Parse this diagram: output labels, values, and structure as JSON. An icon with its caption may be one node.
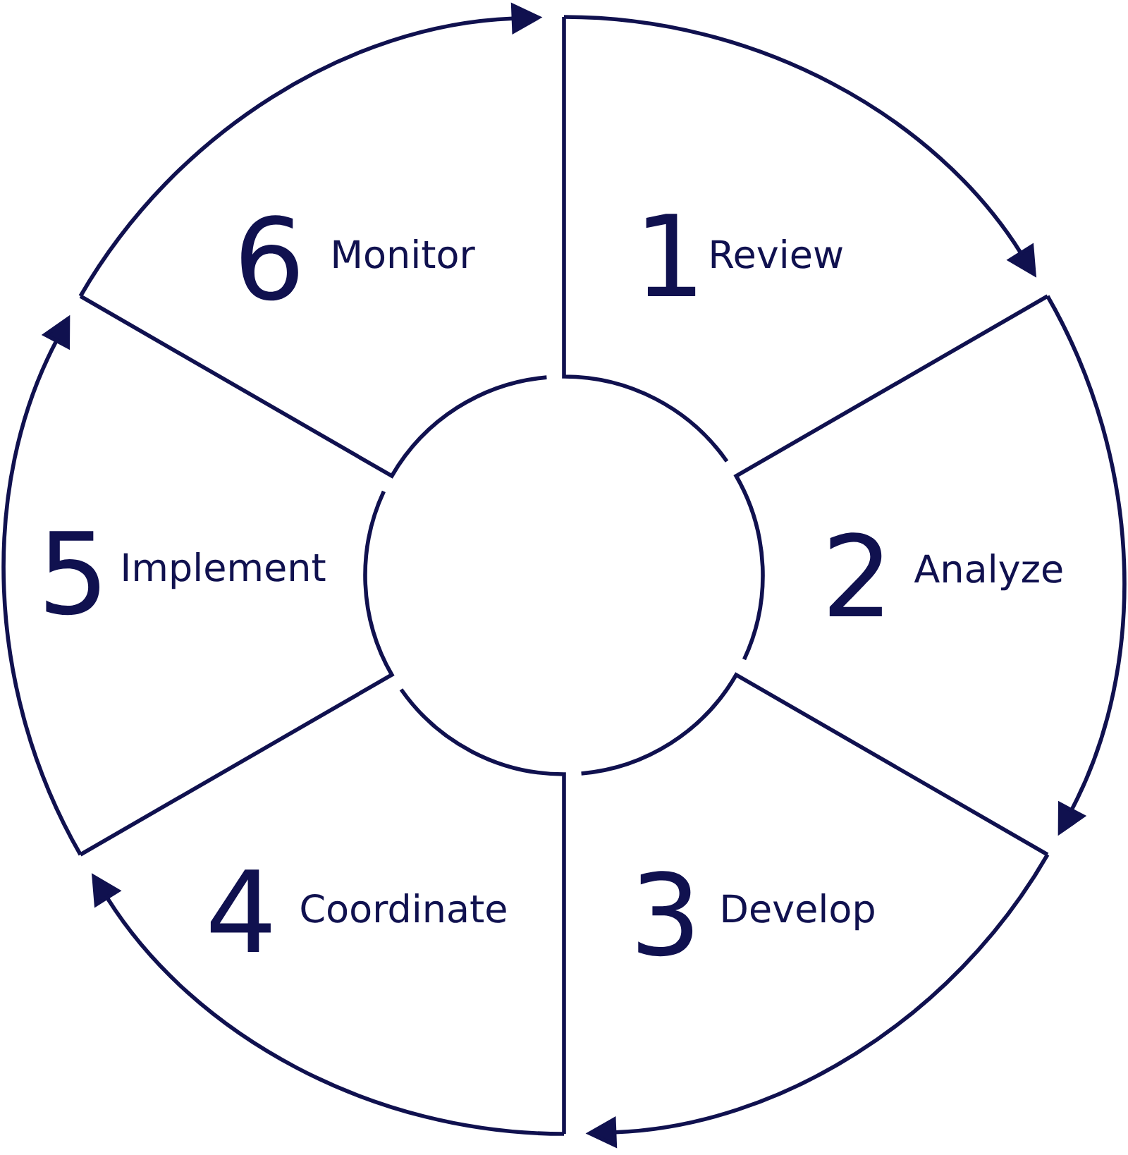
{
  "diagram": {
    "nodes": [
      {
        "text": [
          "1",
          "Review"
        ]
      },
      {
        "text": [
          "2",
          "Analyze"
        ]
      },
      {
        "text": [
          "3",
          "Develop"
        ]
      },
      {
        "text": [
          "4",
          "Coordinate"
        ]
      },
      {
        "text": [
          "5",
          "Implement"
        ]
      },
      {
        "text": [
          "6",
          "Monitor"
        ]
      }
    ],
    "edges": [
      {
        "from": 0,
        "to": 1,
        "arrow": "to"
      },
      {
        "from": 1,
        "to": 2,
        "arrow": "to"
      },
      {
        "from": 2,
        "to": 3,
        "arrow": "to"
      },
      {
        "from": 3,
        "to": 4,
        "arrow": "to"
      },
      {
        "from": 4,
        "to": 5,
        "arrow": "to"
      },
      {
        "from": 5,
        "to": 0,
        "arrow": "to"
      }
    ]
  }
}
